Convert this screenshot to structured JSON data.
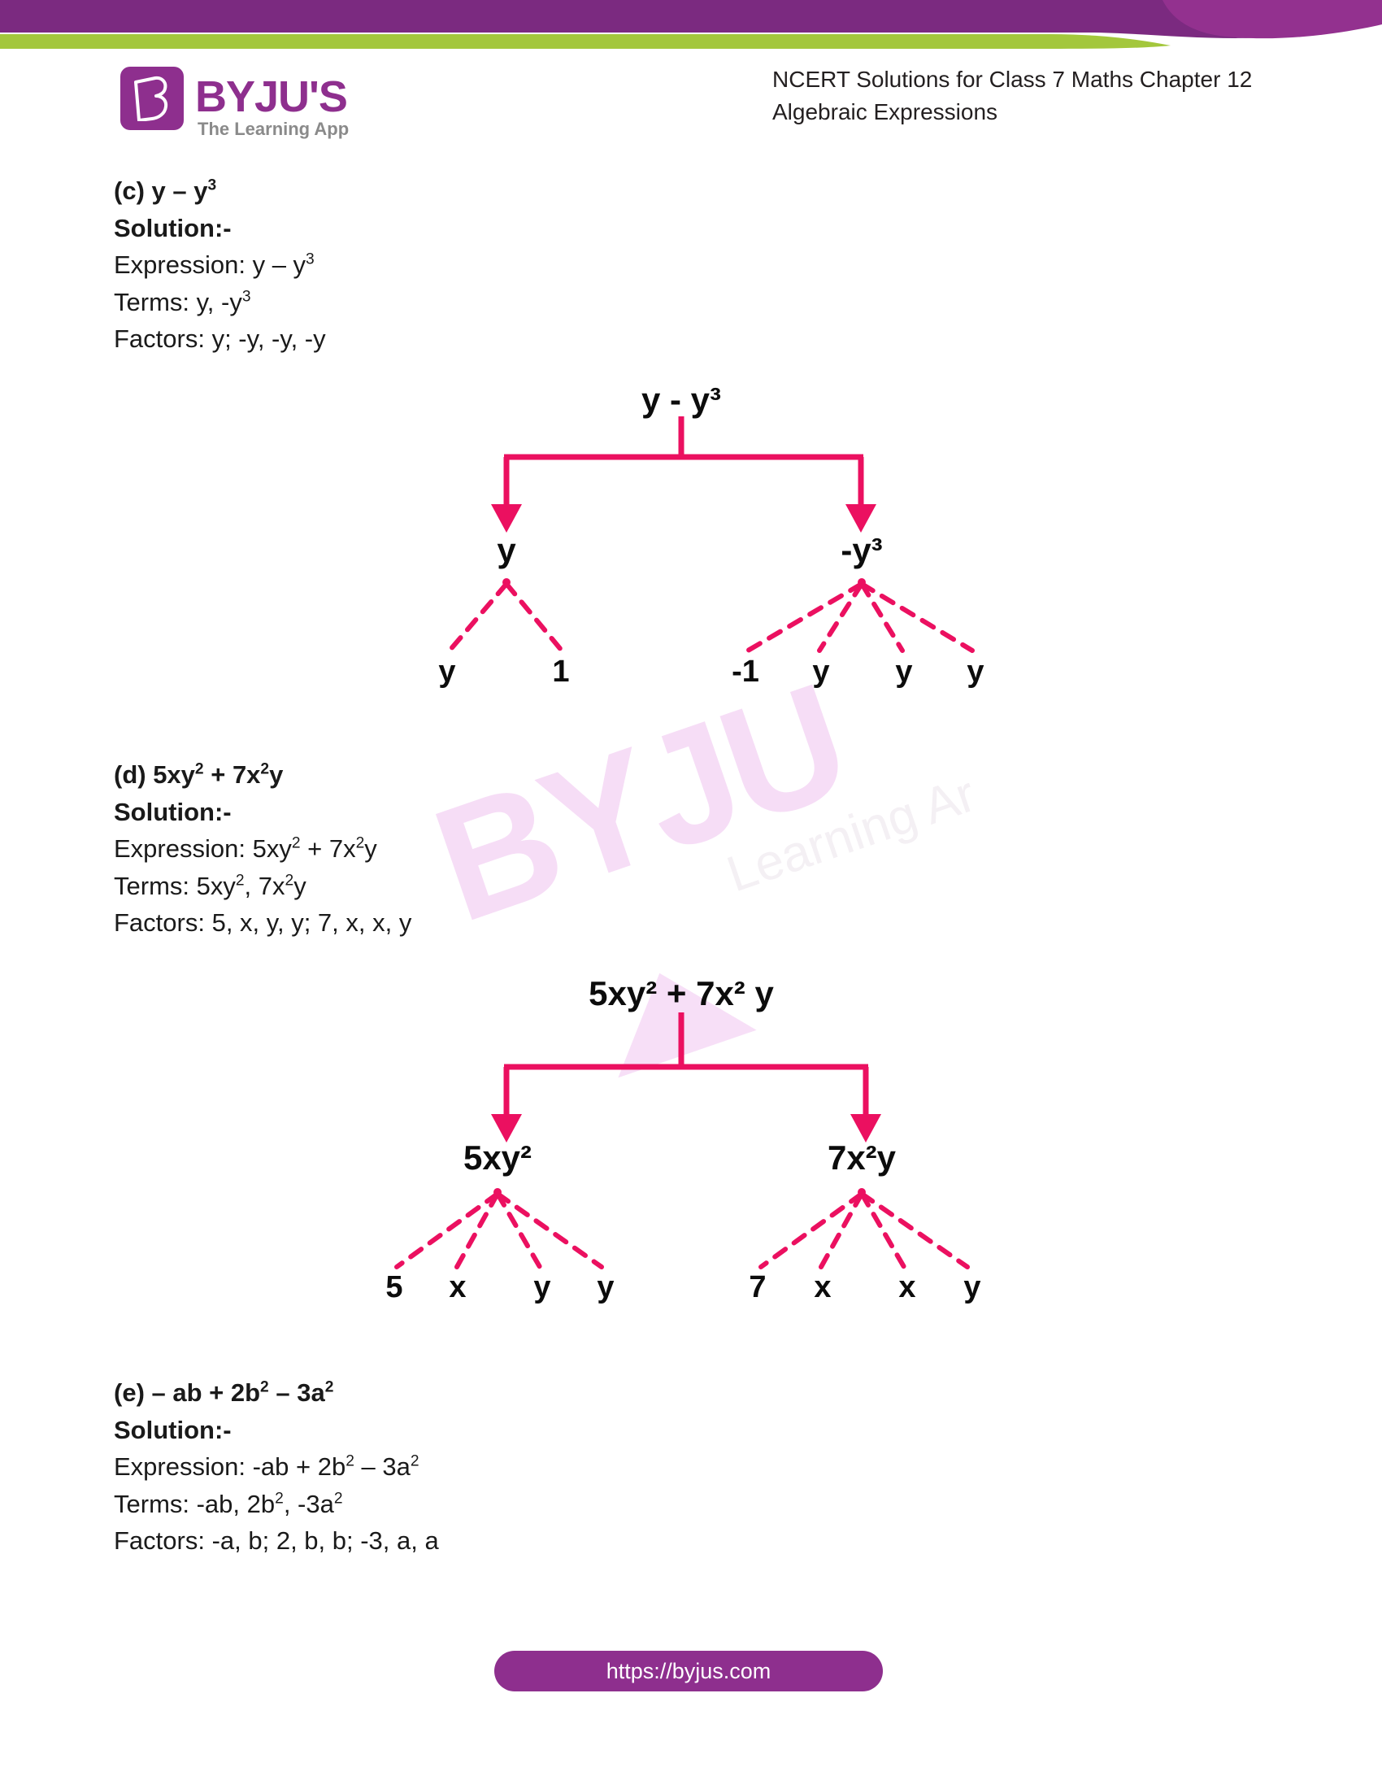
{
  "brand": {
    "logo_word": "BYJU'S",
    "logo_tagline": "The Learning App",
    "watermark_word": "BYJU",
    "watermark_tagline": "Learning Ar",
    "purple": "#8e2f8e",
    "green": "#a3c73c",
    "accent_pink": "#eb1060"
  },
  "header": {
    "line1": "NCERT Solutions for Class 7 Maths Chapter 12",
    "line2": "Algebraic Expressions"
  },
  "sections": [
    {
      "id": "c",
      "question": "(c) y – y³",
      "solution_label": "Solution:-",
      "expression_line": "Expression: y – y³",
      "terms_line": "Terms: y, -y³",
      "factors_line": "Factors: y; -y, -y, -y"
    },
    {
      "id": "d",
      "question": "(d) 5xy² + 7x²y",
      "solution_label": "Solution:-",
      "expression_line": "Expression: 5xy² + 7x²y",
      "terms_line": "Terms: 5xy², 7x²y",
      "factors_line": "Factors: 5, x, y, y; 7, x, x, y"
    },
    {
      "id": "e",
      "question": "(e) – ab + 2b² – 3a²",
      "solution_label": "Solution:-",
      "expression_line": "Expression: -ab + 2b² – 3a²",
      "terms_line": "Terms: -ab, 2b², -3a²",
      "factors_line": "Factors: -a, b; 2, b, b; -3, a, a"
    }
  ],
  "trees": [
    {
      "id": "tree-c",
      "root": "y - y³",
      "branches": [
        {
          "term": "y",
          "factors": [
            "y",
            "1"
          ]
        },
        {
          "term": "-y³",
          "factors": [
            "-1",
            "y",
            "y",
            "y"
          ]
        }
      ]
    },
    {
      "id": "tree-d",
      "root": "5xy² + 7x² y",
      "branches": [
        {
          "term": "5xy²",
          "factors": [
            "5",
            "x",
            "y",
            "y"
          ]
        },
        {
          "term": "7x²y",
          "factors": [
            "7",
            "x",
            "x",
            "y"
          ]
        }
      ]
    }
  ],
  "footer": {
    "url": "https://byjus.com"
  }
}
